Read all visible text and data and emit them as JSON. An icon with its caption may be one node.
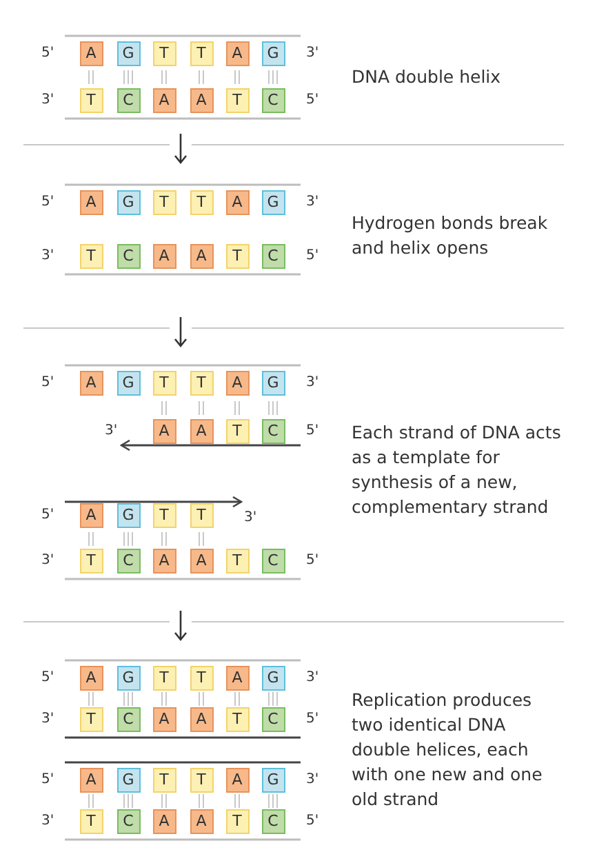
{
  "diagram": {
    "nodes": [
      {
        "text": [
          "A"
        ]
      },
      {
        "text": [
          "G"
        ]
      },
      {
        "text": [
          "T"
        ]
      },
      {
        "text": [
          "T"
        ]
      },
      {
        "text": [
          "A"
        ]
      },
      {
        "text": [
          "G"
        ]
      },
      {
        "text": [
          "T"
        ]
      },
      {
        "text": [
          "C"
        ]
      },
      {
        "text": [
          "A"
        ]
      },
      {
        "text": [
          "A"
        ]
      },
      {
        "text": [
          "T"
        ]
      },
      {
        "text": [
          "C"
        ]
      },
      {
        "text": [
          "A"
        ]
      },
      {
        "text": [
          "G"
        ]
      },
      {
        "text": [
          "T"
        ]
      },
      {
        "text": [
          "T"
        ]
      },
      {
        "text": [
          "A"
        ]
      },
      {
        "text": [
          "G"
        ]
      },
      {
        "text": [
          "T"
        ]
      },
      {
        "text": [
          "C"
        ]
      },
      {
        "text": [
          "A"
        ]
      },
      {
        "text": [
          "A"
        ]
      },
      {
        "text": [
          "T"
        ]
      },
      {
        "text": [
          "C"
        ]
      },
      {
        "text": [
          "A"
        ]
      },
      {
        "text": [
          "G"
        ]
      },
      {
        "text": [
          "T"
        ]
      },
      {
        "text": [
          "T"
        ]
      },
      {
        "text": [
          "A"
        ]
      },
      {
        "text": [
          "G"
        ]
      },
      {
        "text": [
          "A"
        ]
      },
      {
        "text": [
          "A"
        ]
      },
      {
        "text": [
          "T"
        ]
      },
      {
        "text": [
          "C"
        ]
      },
      {
        "text": [
          "A"
        ]
      },
      {
        "text": [
          "G"
        ]
      },
      {
        "text": [
          "T"
        ]
      },
      {
        "text": [
          "T"
        ]
      },
      {
        "text": [
          "T"
        ]
      },
      {
        "text": [
          "C"
        ]
      },
      {
        "text": [
          "A"
        ]
      },
      {
        "text": [
          "A"
        ]
      },
      {
        "text": [
          "T"
        ]
      },
      {
        "text": [
          "C"
        ]
      },
      {
        "text": [
          "A"
        ]
      },
      {
        "text": [
          "G"
        ]
      },
      {
        "text": [
          "T"
        ]
      },
      {
        "text": [
          "T"
        ]
      },
      {
        "text": [
          "A"
        ]
      },
      {
        "text": [
          "G"
        ]
      },
      {
        "text": [
          "T"
        ]
      },
      {
        "text": [
          "C"
        ]
      },
      {
        "text": [
          "A"
        ]
      },
      {
        "text": [
          "A"
        ]
      },
      {
        "text": [
          "T"
        ]
      },
      {
        "text": [
          "C"
        ]
      },
      {
        "text": [
          "A"
        ]
      },
      {
        "text": [
          "G"
        ]
      },
      {
        "text": [
          "T"
        ]
      },
      {
        "text": [
          "T"
        ]
      },
      {
        "text": [
          "A"
        ]
      },
      {
        "text": [
          "G"
        ]
      },
      {
        "text": [
          "T"
        ]
      },
      {
        "text": [
          "C"
        ]
      },
      {
        "text": [
          "A"
        ]
      },
      {
        "text": [
          "A"
        ]
      },
      {
        "text": [
          "T"
        ]
      },
      {
        "text": [
          "C"
        ]
      }
    ],
    "labels": [
      "5'",
      "3'",
      "DNA double helix",
      "3'",
      "5'",
      "5'",
      "3'",
      "Hydrogen bonds break and helix opens",
      "3'",
      "5'",
      "5'",
      "3'",
      "3'",
      "5'",
      "Each strand of DNA acts as a template for synthesis of a new, complementary strand",
      "5'",
      "3'",
      "3'",
      "5'",
      "5'",
      "3'",
      "Replication produces two identical DNA double helices, each with one new and one old strand",
      "3'",
      "5'",
      "5'",
      "3'",
      "3'",
      "5'"
    ]
  }
}
